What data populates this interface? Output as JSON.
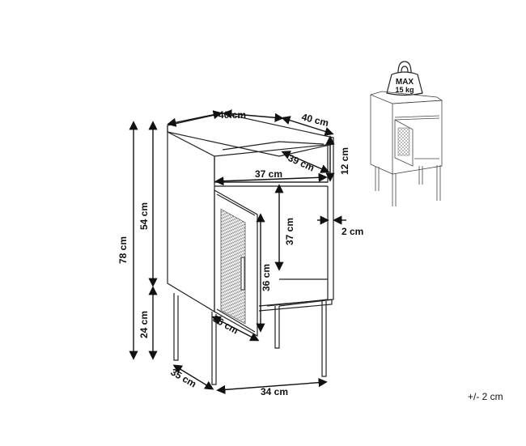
{
  "dimensions": {
    "top_width": "40 cm",
    "top_depth": "40 cm",
    "inner_depth": "39 cm",
    "shelf_height": "12 cm",
    "inner_width": "37 cm",
    "compartment_height": "37 cm",
    "side_thickness": "2 cm",
    "body_height": "54 cm",
    "total_height": "78 cm",
    "leg_height": "24 cm",
    "door_height": "36 cm",
    "door_width": "36 cm",
    "base_depth": "35 cm",
    "base_width": "34 cm"
  },
  "load": {
    "label": "MAX",
    "value": "15 kg"
  },
  "tolerance": "+/- 2 cm"
}
